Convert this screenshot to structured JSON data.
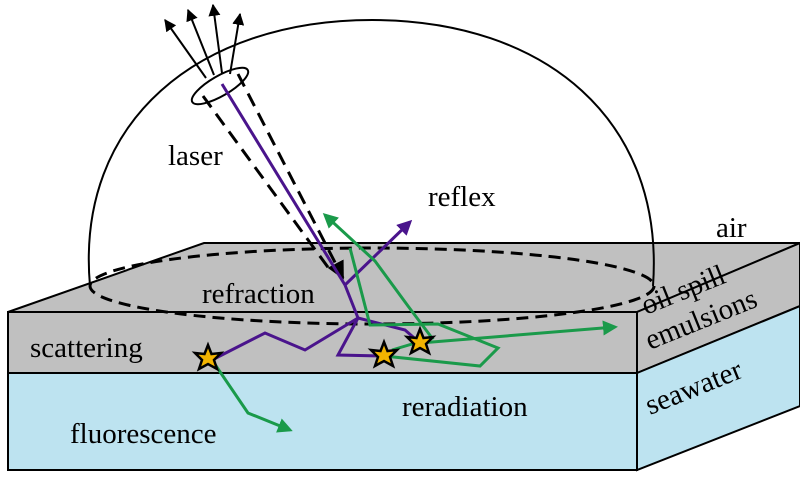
{
  "labels": {
    "laser": "laser",
    "reflex": "reflex",
    "air": "air",
    "refraction": "refraction",
    "oil_spill": "oil spill",
    "emulsions": "emulsions",
    "scattering": "scattering",
    "seawater": "seawater",
    "reradiation": "reradiation",
    "fluorescence": "fluorescence"
  },
  "colors": {
    "oil_layer": "#c0c0c0",
    "seawater_layer": "#bde3f0",
    "laser_path": "#4a148c",
    "fluorescence_path": "#1a9a4a",
    "emitter_star": "#f2b400",
    "outline": "#000000"
  },
  "icons": {
    "emitter": "star-icon",
    "receiver": "lens-icon"
  }
}
